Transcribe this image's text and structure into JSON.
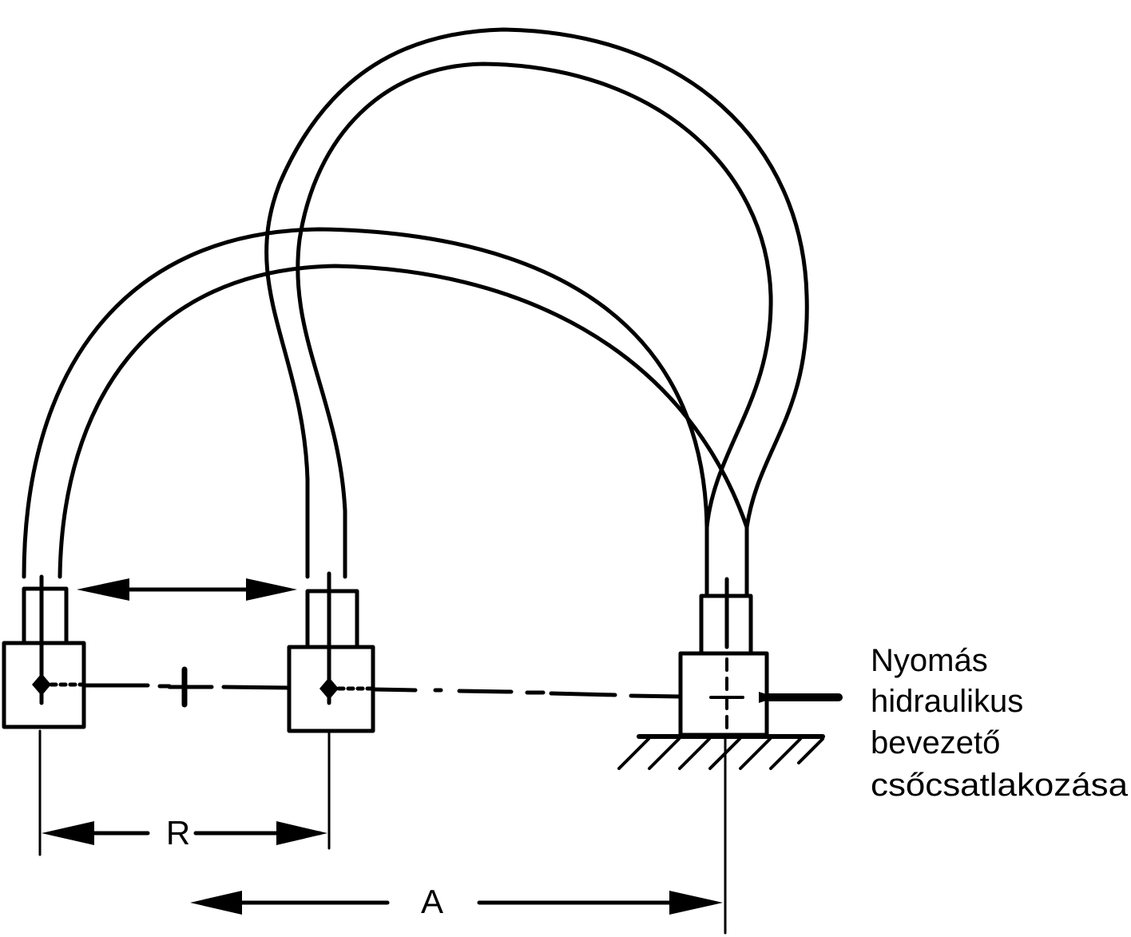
{
  "dimensions": {
    "r_label": "R",
    "a_label": "A"
  },
  "annotation": {
    "lines": [
      "Nyomás",
      "hidraulikus",
      "bevezető",
      "csőcsatlakozása"
    ]
  }
}
